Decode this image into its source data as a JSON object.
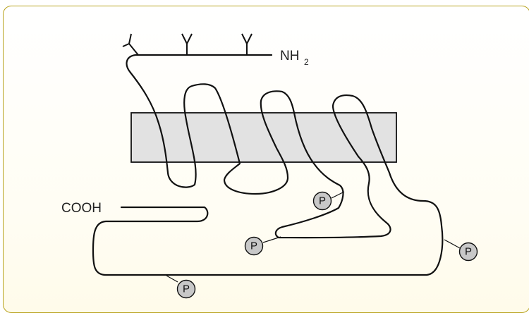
{
  "labels": {
    "n_terminus": "NH",
    "n_terminus_sub": "2",
    "c_terminus": "COOH"
  },
  "phosphate_label": "P",
  "colors": {
    "frame_border": "#b8a21c",
    "membrane_fill": "#e2e2e2",
    "phosphate_fill": "#c8c8c8",
    "chain_stroke": "#111111"
  },
  "membrane_helix_count": 7,
  "phosphorylation_site_count": 4,
  "glycosylation_site_count": 3
}
